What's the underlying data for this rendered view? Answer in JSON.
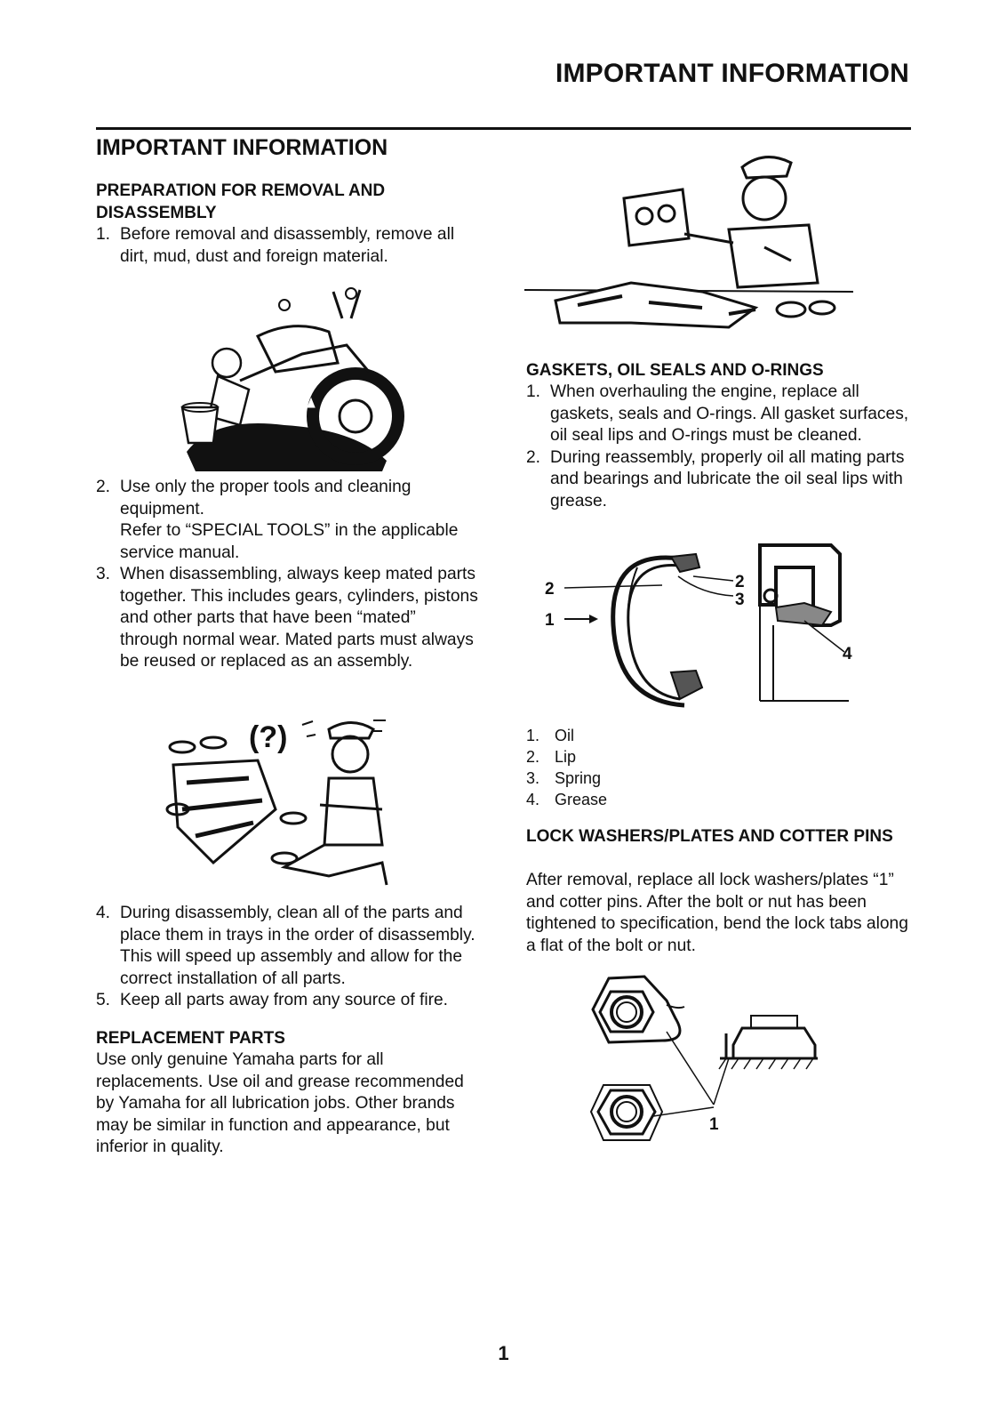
{
  "header": {
    "title": "IMPORTANT INFORMATION"
  },
  "page_title": "IMPORTANT INFORMATION",
  "left": {
    "prep_heading": "PREPARATION FOR REMOVAL AND DISASSEMBLY",
    "items_a": [
      {
        "num": "1.",
        "text": "Before removal and disassembly, remove all dirt, mud, dust and foreign material."
      }
    ],
    "items_b": [
      {
        "num": "2.",
        "text": "Use only the proper tools and cleaning equipment.",
        "note": "Refer to “SPECIAL TOOLS” in the applicable service manual."
      },
      {
        "num": "3.",
        "text": "When disassembling, always keep mated parts together. This includes gears, cylinders, pistons and other parts that have been “mated” through normal wear. Mated parts must always be reused or replaced as an assembly."
      }
    ],
    "items_c": [
      {
        "num": "4.",
        "text": "During disassembly, clean all of the parts and place them in trays in the order of disassembly. This will speed up assembly and allow for the correct installation of all parts."
      },
      {
        "num": "5.",
        "text": "Keep all parts away from any source of fire."
      }
    ],
    "replacement_heading": "REPLACEMENT PARTS",
    "replacement_text": "Use only genuine Yamaha parts for all replacements. Use oil and grease recommended by Yamaha for all lubrication jobs. Other brands may be similar in function and appearance, but inferior in quality."
  },
  "right": {
    "gaskets_heading": "GASKETS, OIL SEALS AND O-RINGS",
    "gaskets_items": [
      {
        "num": "1.",
        "text": "When overhauling the engine, replace all gaskets, seals and O-rings. All gasket surfaces, oil seal lips and O-rings must be cleaned."
      },
      {
        "num": "2.",
        "text": "During reassembly, properly oil all mating parts and bearings and lubricate the oil seal lips with grease."
      }
    ],
    "seal_callouts": [
      "2",
      "1",
      "2",
      "3",
      "4"
    ],
    "legend": [
      {
        "num": "1.",
        "text": "Oil"
      },
      {
        "num": "2.",
        "text": "Lip"
      },
      {
        "num": "3.",
        "text": "Spring"
      },
      {
        "num": "4.",
        "text": "Grease"
      }
    ],
    "lock_heading": "LOCK WASHERS/PLATES AND COTTER PINS",
    "lock_text": "After removal, replace all lock washers/plates “1” and cotter pins. After the bolt or nut has been tightened to specification, bend the lock tabs along a flat of the bolt or nut.",
    "washer_callout": "1"
  },
  "page_number": "1"
}
